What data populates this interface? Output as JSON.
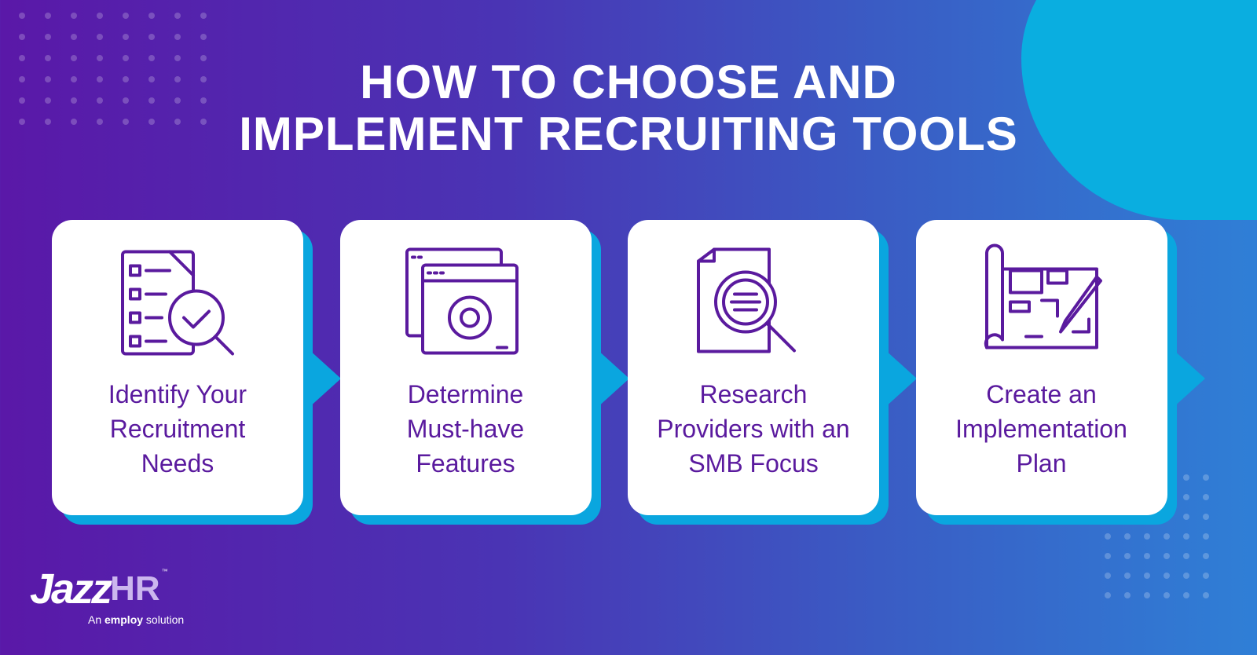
{
  "title": {
    "line1": "HOW TO CHOOSE AND",
    "line2": "IMPLEMENT RECRUITING TOOLS"
  },
  "steps": [
    {
      "icon": "checklist-magnifier-icon",
      "lines": [
        "Identify Your",
        "Recruitment",
        "Needs"
      ]
    },
    {
      "icon": "browser-gear-icon",
      "lines": [
        "Determine",
        "Must-have",
        "Features"
      ]
    },
    {
      "icon": "document-search-icon",
      "lines": [
        "Research",
        "Providers with an",
        "SMB Focus"
      ]
    },
    {
      "icon": "blueprint-pencil-icon",
      "lines": [
        "Create an",
        "Implementation",
        "Plan"
      ]
    }
  ],
  "logo": {
    "jazz": "Jazz",
    "hr": "HR",
    "tm": "™",
    "tagline_pre": "An",
    "tagline_brand": "employ",
    "tagline_post": "solution"
  },
  "colors": {
    "accent_text": "#5a1a9e",
    "shadow": "#0aa6df",
    "bg_left": "#5a18a8",
    "bg_right": "#2f7fd6"
  }
}
